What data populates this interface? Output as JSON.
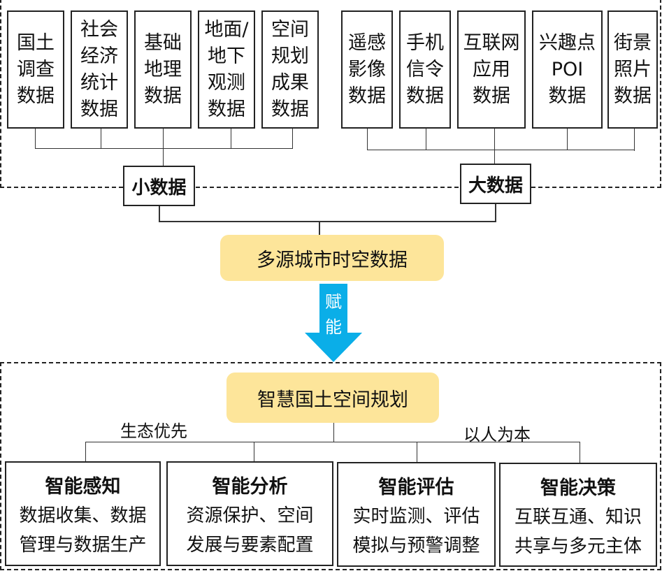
{
  "small_data": {
    "label": "小数据",
    "sources": [
      {
        "lines": [
          "国土",
          "调查",
          "数据"
        ]
      },
      {
        "lines": [
          "社会",
          "经济",
          "统计",
          "数据"
        ]
      },
      {
        "lines": [
          "基础",
          "地理",
          "数据"
        ]
      },
      {
        "lines": [
          "地面/",
          "地下",
          "观测",
          "数据"
        ]
      },
      {
        "lines": [
          "空间",
          "规划",
          "成果",
          "数据"
        ]
      }
    ]
  },
  "big_data": {
    "label": "大数据",
    "sources": [
      {
        "lines": [
          "遥感",
          "影像",
          "数据"
        ]
      },
      {
        "lines": [
          "手机",
          "信令",
          "数据"
        ]
      },
      {
        "lines": [
          "互联网",
          "应用",
          "数据"
        ]
      },
      {
        "lines": [
          "兴趣点",
          "POI",
          "数据"
        ]
      },
      {
        "lines": [
          "街景",
          "照片",
          "数据"
        ]
      }
    ]
  },
  "merged": {
    "label": "多源城市时空数据"
  },
  "empower_arrow": {
    "lines": [
      "赋",
      "能"
    ],
    "color": "#0aaee8"
  },
  "planning": {
    "label": "智慧国土空间规划",
    "left_principle": "生态优先",
    "right_principle": "以人为本",
    "goals": [
      {
        "title": "智能感知",
        "desc": [
          "数据收集、数据",
          "管理与数据生产"
        ]
      },
      {
        "title": "智能分析",
        "desc": [
          "资源保护、空间",
          "发展与要素配置"
        ]
      },
      {
        "title": "智能评估",
        "desc": [
          "实时监测、评估",
          "模拟与预警调整"
        ]
      },
      {
        "title": "智能决策",
        "desc": [
          "互联互通、知识",
          "共享与多元主体"
        ]
      }
    ]
  },
  "colors": {
    "highlight": "#fde59a",
    "arrow": "#0aaee8",
    "line": "#222222"
  }
}
